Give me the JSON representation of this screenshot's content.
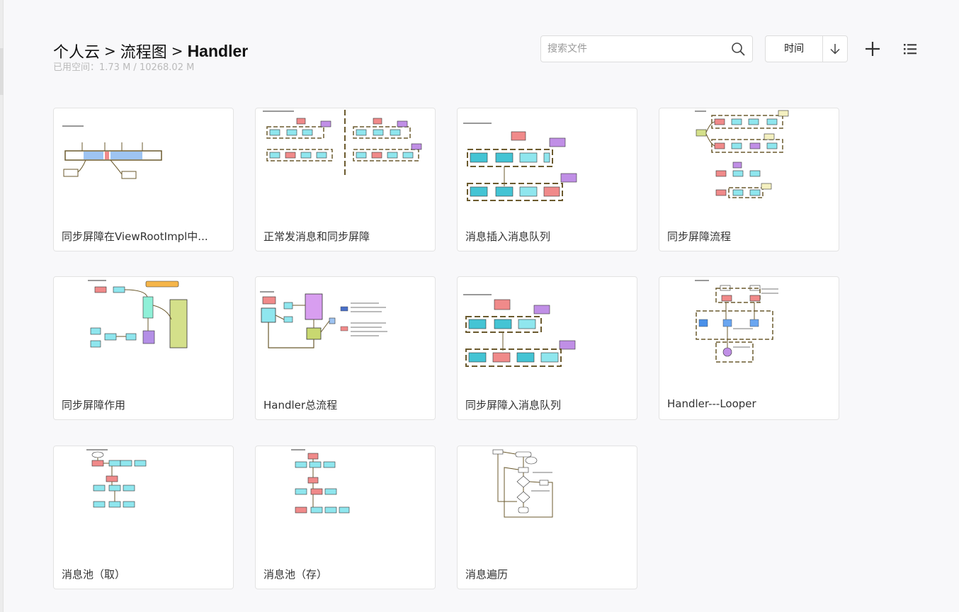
{
  "breadcrumb": {
    "root": "个人云",
    "folder": "流程图",
    "current": "Handler",
    "separator": ">"
  },
  "storage": "已用空间：1.73 M / 10268.02 M",
  "search": {
    "placeholder": "搜索文件",
    "value": ""
  },
  "sort": {
    "label": "时间",
    "direction": "descending"
  },
  "icons": {
    "search": "search-icon",
    "sort": "arrow-down-icon",
    "add": "plus-icon",
    "view": "list-view-icon"
  },
  "files": [
    {
      "title": "同步屏障在ViewRootImpl中..."
    },
    {
      "title": "正常发消息和同步屏障"
    },
    {
      "title": "消息插入消息队列"
    },
    {
      "title": "同步屏障流程"
    },
    {
      "title": "同步屏障作用"
    },
    {
      "title": "Handler总流程"
    },
    {
      "title": "同步屏障入消息队列"
    },
    {
      "title": "Handler---Looper"
    },
    {
      "title": "消息池（取）"
    },
    {
      "title": "消息池（存）"
    },
    {
      "title": "消息遍历"
    }
  ]
}
